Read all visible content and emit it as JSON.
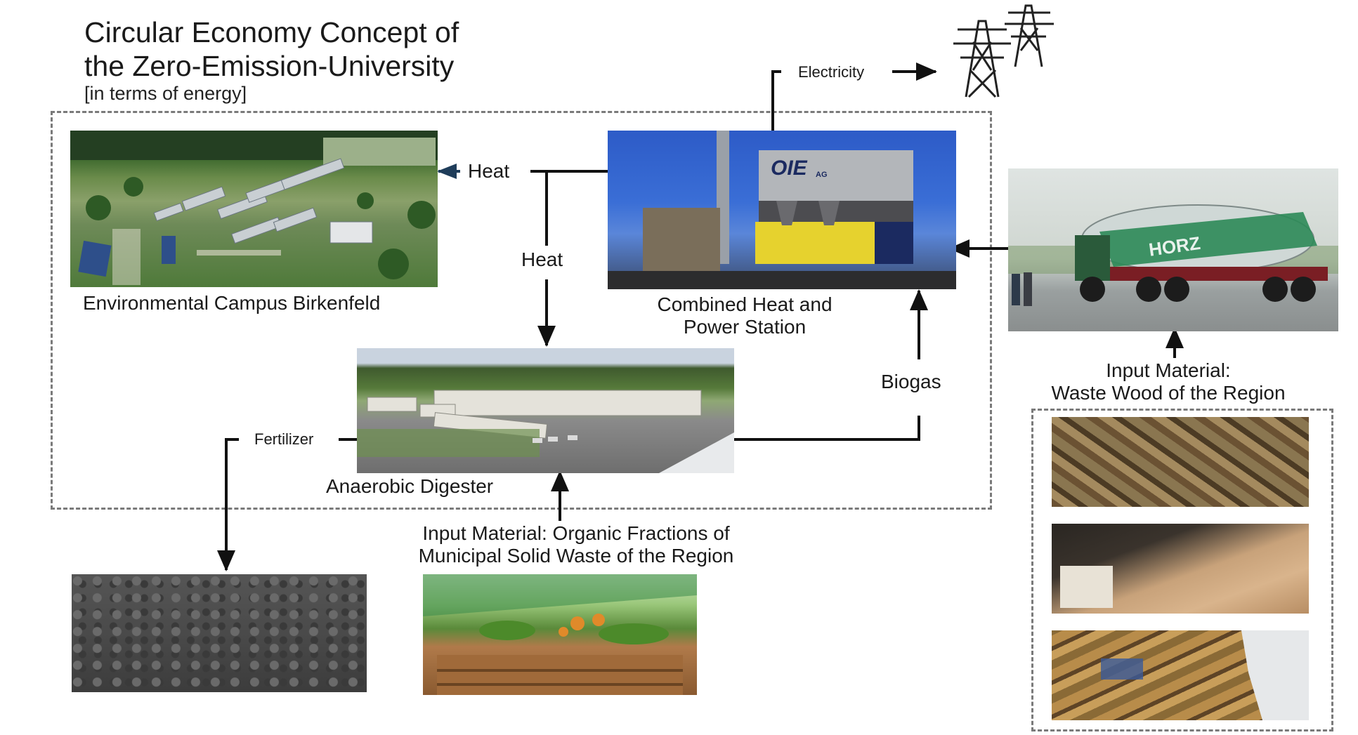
{
  "header": {
    "title_line1": "Circular Economy Concept of",
    "title_line2": "the Zero-Emission-University",
    "subtitle": "[in terms of energy]"
  },
  "nodes": {
    "campus": "Environmental Campus Birkenfeld",
    "chp_line1": "Combined Heat and",
    "chp_line2": "Power Station",
    "digester": "Anaerobic Digester",
    "organic_line1": "Input Material: Organic Fractions of",
    "organic_line2": "Municipal Solid Waste of the Region",
    "wood_line1": "Input Material:",
    "wood_line2": "Waste Wood of the Region"
  },
  "flows": {
    "heat_campus": "Heat",
    "heat_digester": "Heat",
    "electricity": "Electricity",
    "biogas": "Biogas",
    "fertilizer": "Fertilizer"
  },
  "logos": {
    "chp_sign": "OIE",
    "chp_sign_small": "AG",
    "truck_brand": "HORZ"
  },
  "colors": {
    "arrow": "#111111",
    "campus_arrow": "#1f3d5a",
    "dashed_border": "#7a7a7a"
  }
}
